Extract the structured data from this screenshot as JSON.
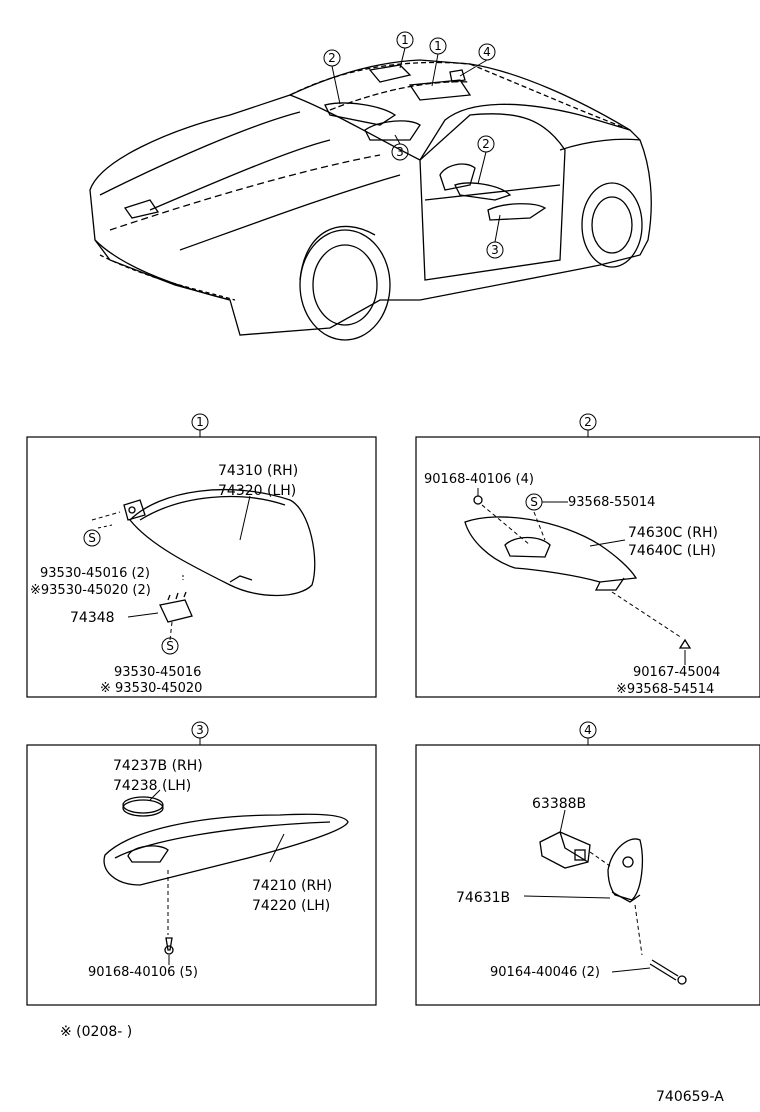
{
  "overview": {
    "callouts": [
      "1",
      "1",
      "4",
      "2",
      "3",
      "2",
      "3"
    ]
  },
  "panels": [
    {
      "id": "1",
      "parts": [
        {
          "text": "74310 (RH)"
        },
        {
          "text": "74320 (LH)"
        },
        {
          "text": "93530-45016 (2)"
        },
        {
          "text": "※93530-45020 (2)"
        },
        {
          "text": "74348"
        },
        {
          "text": "93530-45016"
        },
        {
          "text": "※ 93530-45020"
        }
      ],
      "s_marks": [
        "S",
        "S"
      ]
    },
    {
      "id": "2",
      "parts": [
        {
          "text": "90168-40106 (4)"
        },
        {
          "text": "93568-55014"
        },
        {
          "text": "74630C (RH)"
        },
        {
          "text": "74640C (LH)"
        },
        {
          "text": "90167-45004"
        },
        {
          "text": "※93568-54514"
        }
      ],
      "s_marks": [
        "S"
      ]
    },
    {
      "id": "3",
      "parts": [
        {
          "text": "74237B (RH)"
        },
        {
          "text": "74238  (LH)"
        },
        {
          "text": "74210 (RH)"
        },
        {
          "text": "74220 (LH)"
        },
        {
          "text": "90168-40106 (5)"
        }
      ]
    },
    {
      "id": "4",
      "parts": [
        {
          "text": "63388B"
        },
        {
          "text": "74631B"
        },
        {
          "text": "90164-40046 (2)"
        }
      ]
    }
  ],
  "footnote": "※ (0208-      )",
  "figure_id": "740659-A"
}
